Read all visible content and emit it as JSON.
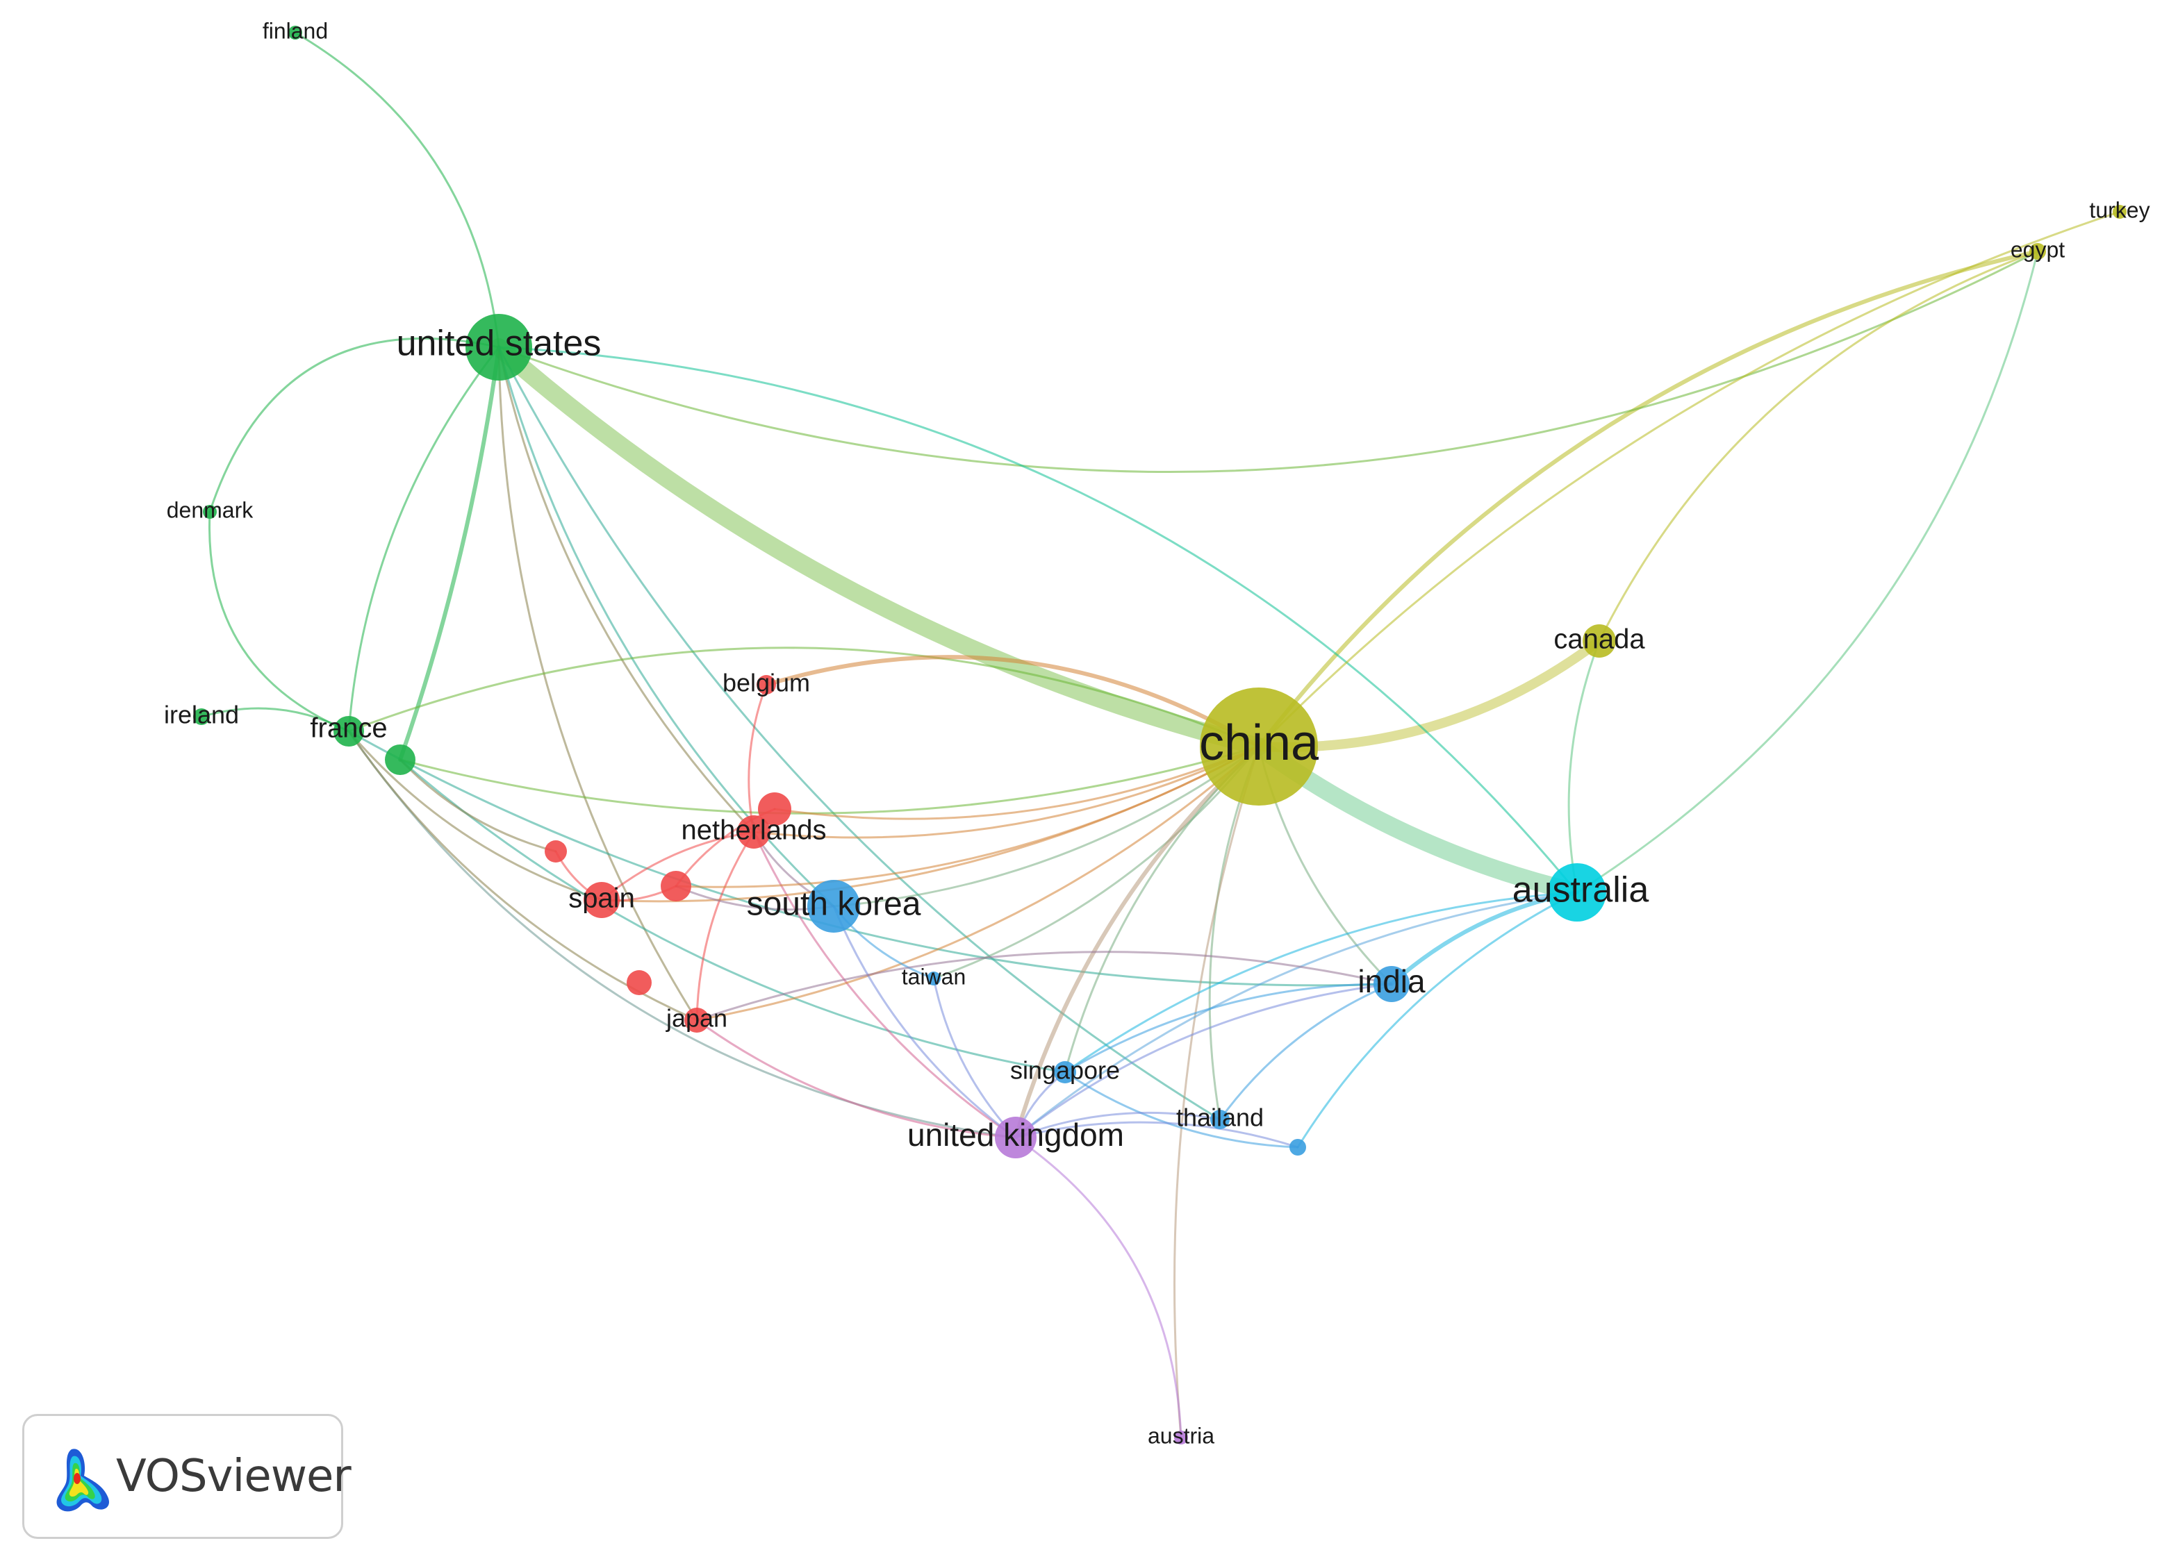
{
  "brand": {
    "name": "VOSviewer"
  },
  "cluster_colors": {
    "red": "#f04a4a",
    "green": "#1fb34b",
    "blue": "#3a9ee0",
    "olive": "#b8bb22",
    "purple": "#b77ad8",
    "cyan": "#00cfe0"
  },
  "nodes": [
    {
      "id": "china",
      "label": "china",
      "cluster": "olive"
    },
    {
      "id": "united-states",
      "label": "united states",
      "cluster": "green"
    },
    {
      "id": "australia",
      "label": "australia",
      "cluster": "cyan"
    },
    {
      "id": "south-korea",
      "label": "south korea",
      "cluster": "blue"
    },
    {
      "id": "united-kingdom",
      "label": "united kingdom",
      "cluster": "purple"
    },
    {
      "id": "india",
      "label": "india",
      "cluster": "blue"
    },
    {
      "id": "canada",
      "label": "canada",
      "cluster": "olive"
    },
    {
      "id": "france",
      "label": "france",
      "cluster": "green"
    },
    {
      "id": "netherlands",
      "label": "netherlands",
      "cluster": "red"
    },
    {
      "id": "spain",
      "label": "spain",
      "cluster": "red"
    },
    {
      "id": "japan",
      "label": "japan",
      "cluster": "red"
    },
    {
      "id": "belgium",
      "label": "belgium",
      "cluster": "red"
    },
    {
      "id": "singapore",
      "label": "singapore",
      "cluster": "blue"
    },
    {
      "id": "thailand",
      "label": "thailand",
      "cluster": "blue"
    },
    {
      "id": "taiwan",
      "label": "taiwan",
      "cluster": "blue"
    },
    {
      "id": "finland",
      "label": "finland",
      "cluster": "green"
    },
    {
      "id": "denmark",
      "label": "denmark",
      "cluster": "green"
    },
    {
      "id": "ireland",
      "label": "ireland",
      "cluster": "green"
    },
    {
      "id": "turkey",
      "label": "turkey",
      "cluster": "olive"
    },
    {
      "id": "egypt",
      "label": "egypt",
      "cluster": "olive"
    },
    {
      "id": "austria",
      "label": "austria",
      "cluster": "purple"
    },
    {
      "id": "green-2",
      "label": "",
      "cluster": "green"
    },
    {
      "id": "red-a",
      "label": "",
      "cluster": "red"
    },
    {
      "id": "red-b",
      "label": "",
      "cluster": "red"
    },
    {
      "id": "red-c",
      "label": "",
      "cluster": "red"
    },
    {
      "id": "red-d",
      "label": "",
      "cluster": "red"
    },
    {
      "id": "blue-small",
      "label": "",
      "cluster": "blue"
    }
  ],
  "edges": [
    {
      "source": "united-states",
      "target": "china",
      "strength": 5
    },
    {
      "source": "china",
      "target": "australia",
      "strength": 5
    },
    {
      "source": "china",
      "target": "canada",
      "strength": 4
    },
    {
      "source": "china",
      "target": "egypt",
      "strength": 2
    },
    {
      "source": "united-states",
      "target": "finland",
      "strength": 1
    },
    {
      "source": "united-states",
      "target": "denmark",
      "strength": 1
    },
    {
      "source": "united-states",
      "target": "france",
      "strength": 1
    },
    {
      "source": "united-states",
      "target": "green-2",
      "strength": 2
    },
    {
      "source": "united-states",
      "target": "egypt",
      "strength": 1
    },
    {
      "source": "united-states",
      "target": "australia",
      "strength": 1
    },
    {
      "source": "united-states",
      "target": "netherlands",
      "strength": 1
    },
    {
      "source": "united-states",
      "target": "japan",
      "strength": 1
    },
    {
      "source": "united-states",
      "target": "thailand",
      "strength": 1
    },
    {
      "source": "united-states",
      "target": "south-korea",
      "strength": 1
    },
    {
      "source": "denmark",
      "target": "france",
      "strength": 1
    },
    {
      "source": "ireland",
      "target": "france",
      "strength": 1
    },
    {
      "source": "france",
      "target": "china",
      "strength": 1
    },
    {
      "source": "france",
      "target": "united-kingdom",
      "strength": 1
    },
    {
      "source": "france",
      "target": "spain",
      "strength": 1
    },
    {
      "source": "france",
      "target": "india",
      "strength": 1
    },
    {
      "source": "france",
      "target": "japan",
      "strength": 1
    },
    {
      "source": "green-2",
      "target": "china",
      "strength": 1
    },
    {
      "source": "green-2",
      "target": "singapore",
      "strength": 1
    },
    {
      "source": "green-2",
      "target": "red-a",
      "strength": 1
    },
    {
      "source": "belgium",
      "target": "china",
      "strength": 2
    },
    {
      "source": "belgium",
      "target": "netherlands",
      "strength": 1
    },
    {
      "source": "netherlands",
      "target": "china",
      "strength": 1
    },
    {
      "source": "netherlands",
      "target": "south-korea",
      "strength": 1
    },
    {
      "source": "netherlands",
      "target": "japan",
      "strength": 1
    },
    {
      "source": "netherlands",
      "target": "united-kingdom",
      "strength": 1
    },
    {
      "source": "netherlands",
      "target": "spain",
      "strength": 1
    },
    {
      "source": "spain",
      "target": "china",
      "strength": 1
    },
    {
      "source": "spain",
      "target": "red-b",
      "strength": 1
    },
    {
      "source": "red-a",
      "target": "spain",
      "strength": 1
    },
    {
      "source": "red-b",
      "target": "china",
      "strength": 1
    },
    {
      "source": "red-b",
      "target": "south-korea",
      "strength": 1
    },
    {
      "source": "red-c",
      "target": "china",
      "strength": 1
    },
    {
      "source": "red-c",
      "target": "red-b",
      "strength": 1
    },
    {
      "source": "japan",
      "target": "china",
      "strength": 1
    },
    {
      "source": "japan",
      "target": "united-kingdom",
      "strength": 1
    },
    {
      "source": "south-korea",
      "target": "china",
      "strength": 1
    },
    {
      "source": "south-korea",
      "target": "taiwan",
      "strength": 1
    },
    {
      "source": "south-korea",
      "target": "united-kingdom",
      "strength": 1
    },
    {
      "source": "taiwan",
      "target": "china",
      "strength": 1
    },
    {
      "source": "taiwan",
      "target": "united-kingdom",
      "strength": 1
    },
    {
      "source": "china",
      "target": "united-kingdom",
      "strength": 2
    },
    {
      "source": "china",
      "target": "india",
      "strength": 1
    },
    {
      "source": "china",
      "target": "singapore",
      "strength": 1
    },
    {
      "source": "china",
      "target": "thailand",
      "strength": 1
    },
    {
      "source": "china",
      "target": "austria",
      "strength": 1
    },
    {
      "source": "canada",
      "target": "egypt",
      "strength": 1
    },
    {
      "source": "canada",
      "target": "australia",
      "strength": 1
    },
    {
      "source": "turkey",
      "target": "china",
      "strength": 1
    },
    {
      "source": "egypt",
      "target": "australia",
      "strength": 1
    },
    {
      "source": "australia",
      "target": "india",
      "strength": 2
    },
    {
      "source": "australia",
      "target": "singapore",
      "strength": 1
    },
    {
      "source": "australia",
      "target": "united-kingdom",
      "strength": 1
    },
    {
      "source": "australia",
      "target": "blue-small",
      "strength": 1
    },
    {
      "source": "india",
      "target": "singapore",
      "strength": 1
    },
    {
      "source": "india",
      "target": "thailand",
      "strength": 1
    },
    {
      "source": "india",
      "target": "united-kingdom",
      "strength": 1
    },
    {
      "source": "india",
      "target": "japan",
      "strength": 1
    },
    {
      "source": "singapore",
      "target": "united-kingdom",
      "strength": 1
    },
    {
      "source": "singapore",
      "target": "blue-small",
      "strength": 1
    },
    {
      "source": "thailand",
      "target": "united-kingdom",
      "strength": 1
    },
    {
      "source": "blue-small",
      "target": "united-kingdom",
      "strength": 1
    },
    {
      "source": "united-kingdom",
      "target": "austria",
      "strength": 1
    }
  ]
}
